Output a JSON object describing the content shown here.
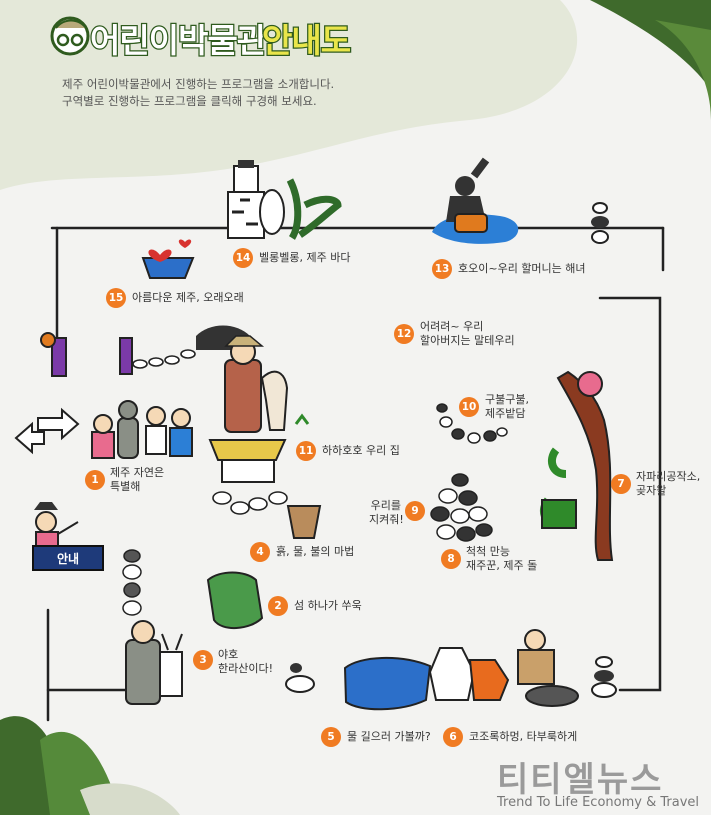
{
  "header": {
    "title_main": "어린이박물관",
    "title_accent": "안내도",
    "intro_line1": "제주 어린이박물관에서 진행하는 프로그램을 소개합니다.",
    "intro_line2": "구역별로 진행하는 프로그램을 클릭해 구경해 보세요."
  },
  "guide": {
    "label": "안내"
  },
  "programs": [
    {
      "num": "1",
      "line1": "제주 자연은",
      "line2": "특별해"
    },
    {
      "num": "2",
      "line1": "섬 하나가 쑤욱",
      "line2": ""
    },
    {
      "num": "3",
      "line1": "야호",
      "line2": "한라산이다!"
    },
    {
      "num": "4",
      "line1": "흙, 물, 불의 마법",
      "line2": ""
    },
    {
      "num": "5",
      "line1": "물 길으러 가볼까?",
      "line2": ""
    },
    {
      "num": "6",
      "line1": "코조록하멍, 타부룩하게",
      "line2": ""
    },
    {
      "num": "7",
      "line1": "자파리공작소,",
      "line2": "곶자왈"
    },
    {
      "num": "8",
      "line1": "척척 만능",
      "line2": "재주꾼, 제주 돌"
    },
    {
      "num": "9",
      "line1": "우리를",
      "line2": "지켜줘!"
    },
    {
      "num": "10",
      "line1": "구불구불,",
      "line2": "제주밭담"
    },
    {
      "num": "11",
      "line1": "하하호호 우리 집",
      "line2": ""
    },
    {
      "num": "12",
      "line1": "어려려~ 우리",
      "line2": "할아버지는 말테우리"
    },
    {
      "num": "13",
      "line1": "호오이~우리 할머니는 해녀",
      "line2": ""
    },
    {
      "num": "14",
      "line1": "벨롱벨롱, 제주 바다",
      "line2": ""
    },
    {
      "num": "15",
      "line1": "아름다운 제주, 오래오래",
      "line2": ""
    }
  ],
  "watermark": {
    "name": "티티엘뉴스",
    "tagline": "Trend To Life Economy & Travel"
  },
  "colors": {
    "badge": "#f07b22",
    "title_stroke": "#2f5b1e",
    "title_accent": "#e9e54a",
    "leaf": "#3f6a2c",
    "guide_box": "#1e3a7a"
  }
}
